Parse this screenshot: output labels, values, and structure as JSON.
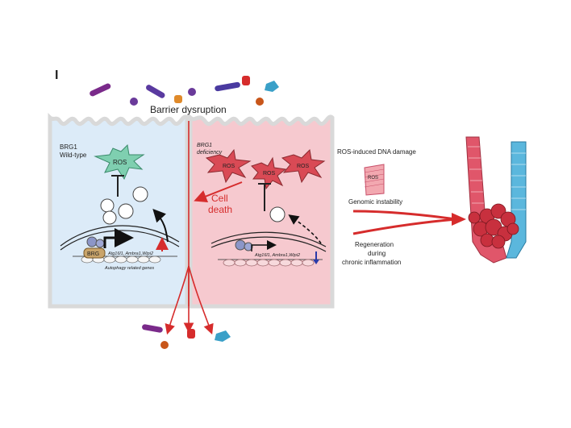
{
  "panel_label": "I",
  "top_label": "Barrier dysruption",
  "wildtype": {
    "line1": "BRG1",
    "line2": "Wild-type",
    "ros": "ROS",
    "brg": "BRG",
    "genes": "Atg16l1, Ambra1,Wipi2",
    "genes_caption": "Autophagy related genes"
  },
  "deficient": {
    "line1": "BRG1",
    "line2": "deficiency",
    "ros": [
      "ROS",
      "ROS",
      "ROS"
    ],
    "death_line1": "Cell",
    "death_line2": "death",
    "genes": "Atg16l1, Ambra1,Wipi2"
  },
  "right": {
    "dna_damage": "ROS-induced DNA damage",
    "cell_ros": "ROS",
    "genomic": "Genomic instability",
    "regen1": "Regeneration",
    "regen2": "during",
    "regen3": "chronic inflammation"
  },
  "colors": {
    "wt_cell": "#dcebf8",
    "def_cell": "#f6c9cf",
    "arrow_red": "#d62c2c",
    "ros_green": "#7fcfb0",
    "ros_red": "#d94a55",
    "crypt_red": "#e0566a",
    "crypt_blue": "#5bb7dd"
  }
}
